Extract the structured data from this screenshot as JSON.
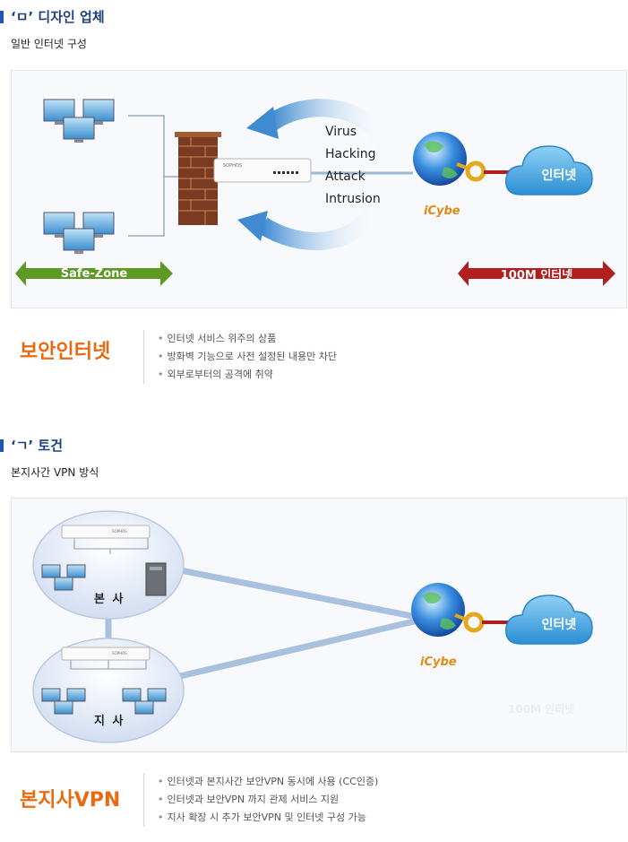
{
  "section1": {
    "title": "‘ㅁ’ 디자인 업체",
    "subtitle": "일반 인터넷 구성",
    "threats": [
      "Virus",
      "Hacking",
      "Attack",
      "Intrusion"
    ],
    "safe_zone_label": "Safe-Zone",
    "internet_line_label": "100M 인터넷",
    "cloud_label": "인터넷",
    "logo_text": "iCybe",
    "device_text": "SOPHOS",
    "product_name": "보안인터넷",
    "bullets": [
      "인터넷 서비스 위주의 상품",
      "방화벽 기능으로 사전 설정된 내용만 차단",
      "외부로부터의 공격에 취약"
    ],
    "colors": {
      "safe_zone": "#5e9a23",
      "internet_line": "#b01e1e",
      "accent": "#ea6a11",
      "cloud": "#4aa9e0"
    }
  },
  "section2": {
    "title": "‘ㄱ’ 토건",
    "subtitle": "본지사간 VPN 방식",
    "hq_label": "본 사",
    "branch_label": "지 사",
    "cloud_label": "인터넷",
    "logo_text": "iCybe",
    "internet_line_label": "100M 인터넷",
    "device_text": "SOPHOS",
    "product_name": "본지사VPN",
    "bullets": [
      "인터넷과 본지사간 보안VPN 동시에 사용 (CC인증)",
      "인터넷과 보안VPN 까지 관제 서비스 지원",
      "지사 확장 시 추가 보안VPN  및 인터넷 구성 가능"
    ]
  }
}
